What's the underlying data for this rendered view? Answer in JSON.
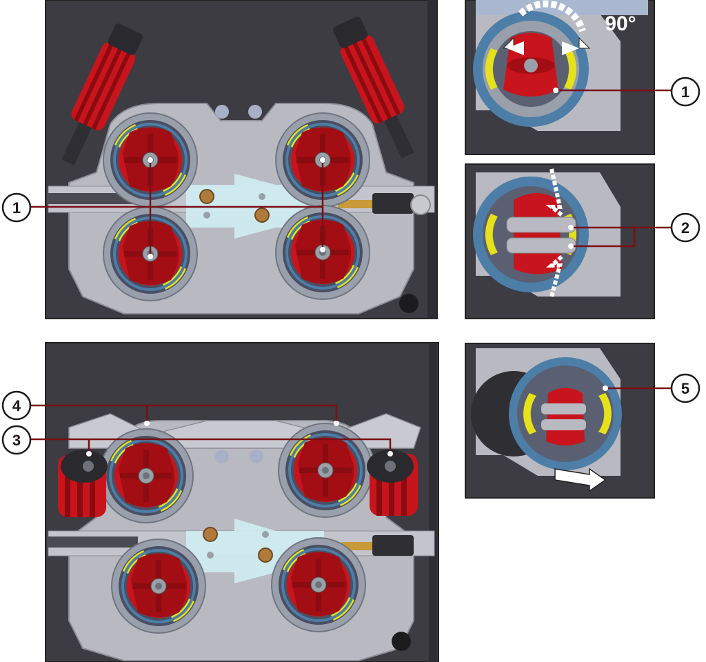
{
  "callouts": {
    "c1_main": "1",
    "c1_top_right": "1",
    "c2": "2",
    "c3": "3",
    "c4": "4",
    "c5": "5"
  },
  "angle_label": "90°",
  "colors": {
    "panel_dark": "#3c3c42",
    "housing": "#b9b9c2",
    "roller_red": "#c8141c",
    "ring_yellow": "#e6e21a",
    "ring_blue": "#4d7ea8",
    "guide_cyan": "#cfeef2",
    "leader": "#7a0f14"
  }
}
